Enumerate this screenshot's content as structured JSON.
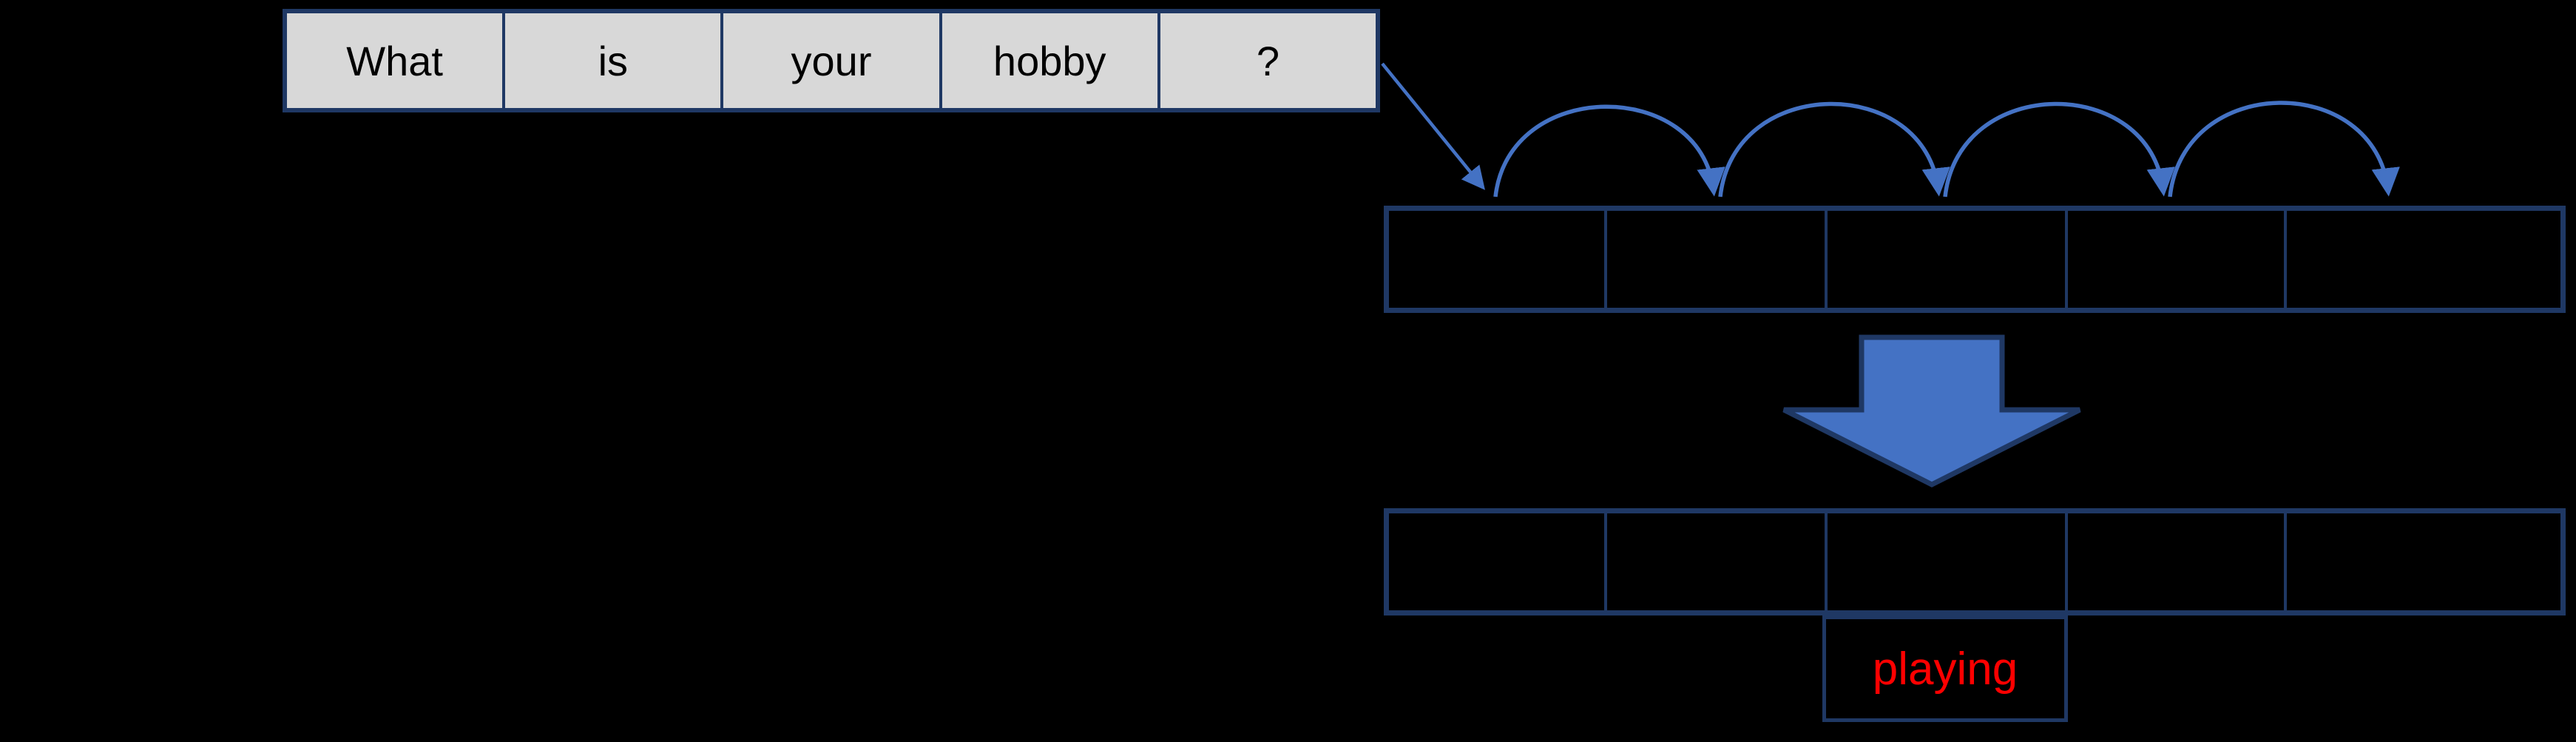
{
  "background_color": "#000000",
  "sentence_strip": {
    "words": [
      "What",
      "is",
      "your",
      "hobby",
      "?"
    ],
    "fill_color": "#d8d8d8",
    "text_color": "#000000"
  },
  "encoder_row": {
    "slot_count": 5
  },
  "decoder_row": {
    "slot_count": 5
  },
  "output_box": {
    "word": "playing",
    "text_color": "#ff0000"
  },
  "colors": {
    "border_navy": "#1f3864",
    "arrow_blue": "#4472c4",
    "background": "#000000"
  },
  "icons": {
    "input_arrow": "straight-arrow-into-first-slot",
    "hop_arcs": "arc-arrows-between-slots",
    "transform_arrow": "big-block-down-arrow"
  }
}
